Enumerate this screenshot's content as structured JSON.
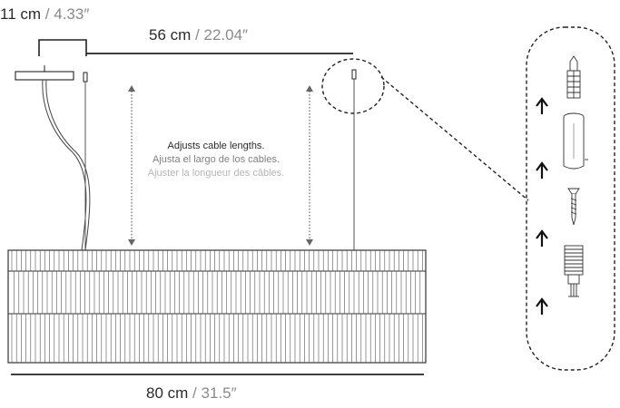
{
  "dimensions": {
    "canopy": {
      "metric": "11 cm",
      "imperial": "4.33″"
    },
    "span": {
      "metric": "56 cm",
      "imperial": "22.04″"
    },
    "width": {
      "metric": "80 cm",
      "imperial": "31.5″"
    }
  },
  "note": {
    "en": "Adjusts cable lengths.",
    "es": "Ajusta el largo de los cables.",
    "fr": "Ajuster la longueur des câbles."
  },
  "colors": {
    "text": "#2b2b2b",
    "secondary": "#7f7f7f",
    "tertiary": "#b5b5b5",
    "line": "#333333"
  }
}
